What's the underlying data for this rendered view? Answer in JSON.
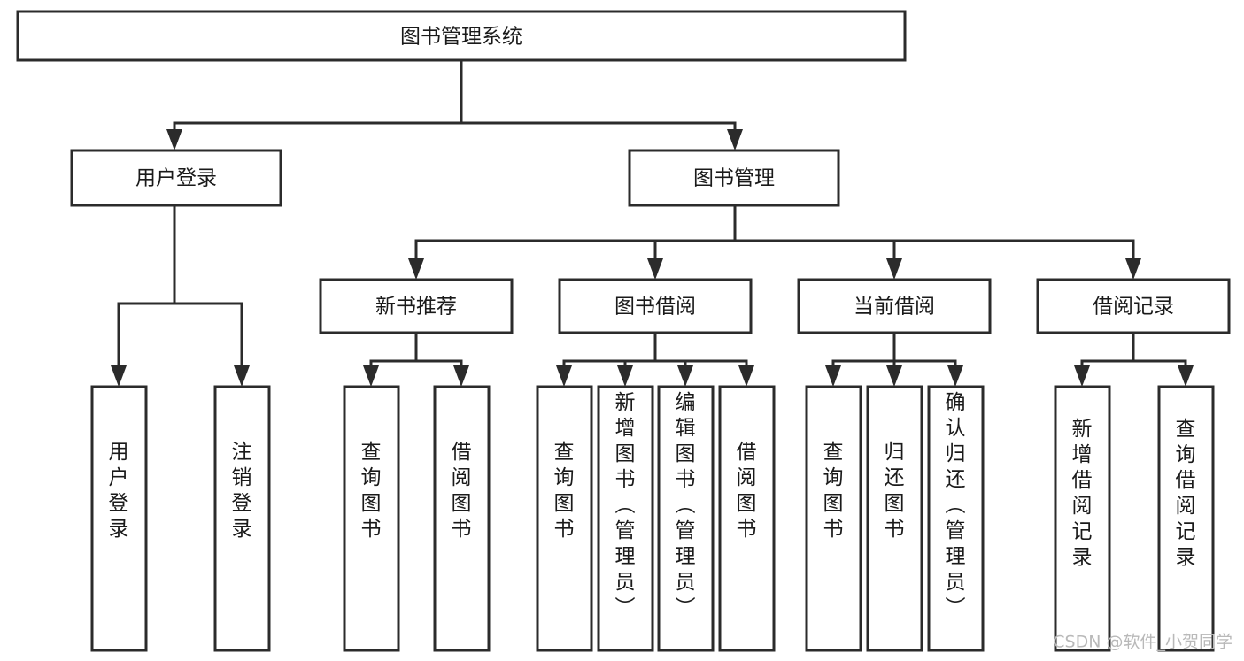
{
  "diagram": {
    "title": "图书管理系统",
    "type": "tree",
    "watermark": "CSDN @软件_小贺同学",
    "colors": {
      "stroke": "#2b2b2b",
      "fill": "#ffffff",
      "text": "#1a1a1a",
      "watermark": "#b9b9b9",
      "background": "#ffffff"
    },
    "nodes": {
      "root": {
        "label": "图书管理系统",
        "orientation": "horizontal"
      },
      "level2": [
        {
          "id": "user-login",
          "label": "用户登录",
          "orientation": "horizontal"
        },
        {
          "id": "book-management",
          "label": "图书管理",
          "orientation": "horizontal"
        }
      ],
      "level3": [
        {
          "id": "new-book-recommend",
          "label": "新书推荐",
          "orientation": "horizontal"
        },
        {
          "id": "book-borrow",
          "label": "图书借阅",
          "orientation": "horizontal"
        },
        {
          "id": "current-borrow",
          "label": "当前借阅",
          "orientation": "horizontal"
        },
        {
          "id": "borrow-record",
          "label": "借阅记录",
          "orientation": "horizontal"
        }
      ],
      "leaves": {
        "user-login": [
          {
            "id": "leaf-user-login",
            "label": "用户登录",
            "orientation": "vertical"
          },
          {
            "id": "leaf-logout-login",
            "label": "注销登录",
            "orientation": "vertical"
          }
        ],
        "new-book-recommend": [
          {
            "id": "leaf-query-books-1",
            "label": "查询图书",
            "orientation": "vertical"
          },
          {
            "id": "leaf-borrow-books-1",
            "label": "借阅图书",
            "orientation": "vertical"
          }
        ],
        "book-borrow": [
          {
            "id": "leaf-query-books-2",
            "label": "查询图书",
            "orientation": "vertical"
          },
          {
            "id": "leaf-add-book-admin",
            "label": "新增图书（管理员）",
            "orientation": "vertical"
          },
          {
            "id": "leaf-edit-book-admin",
            "label": "编辑图书（管理员）",
            "orientation": "vertical"
          },
          {
            "id": "leaf-borrow-books-2",
            "label": "借阅图书",
            "orientation": "vertical"
          }
        ],
        "current-borrow": [
          {
            "id": "leaf-query-books-3",
            "label": "查询图书",
            "orientation": "vertical"
          },
          {
            "id": "leaf-return-books",
            "label": "归还图书",
            "orientation": "vertical"
          },
          {
            "id": "leaf-confirm-return-admin",
            "label": "确认归还（管理员）",
            "orientation": "vertical"
          }
        ],
        "borrow-record": [
          {
            "id": "leaf-add-borrow-record",
            "label": "新增借阅记录",
            "orientation": "vertical"
          },
          {
            "id": "leaf-query-borrow-record",
            "label": "查询借阅记录",
            "orientation": "vertical"
          }
        ]
      }
    }
  }
}
